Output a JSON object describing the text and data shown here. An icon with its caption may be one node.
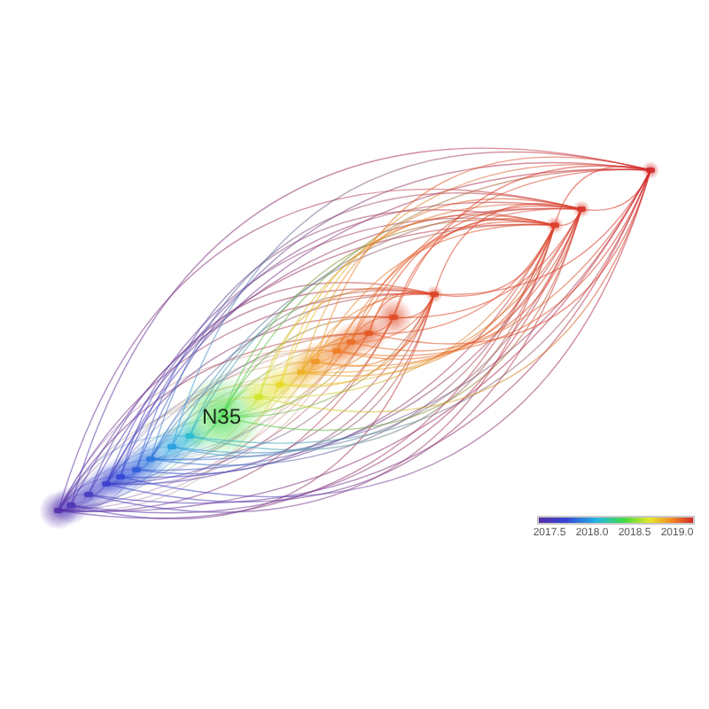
{
  "diagram": {
    "labels": [
      "N35",
      "2017.5",
      "2018.0",
      "2018.5",
      "2019.0"
    ]
  }
}
